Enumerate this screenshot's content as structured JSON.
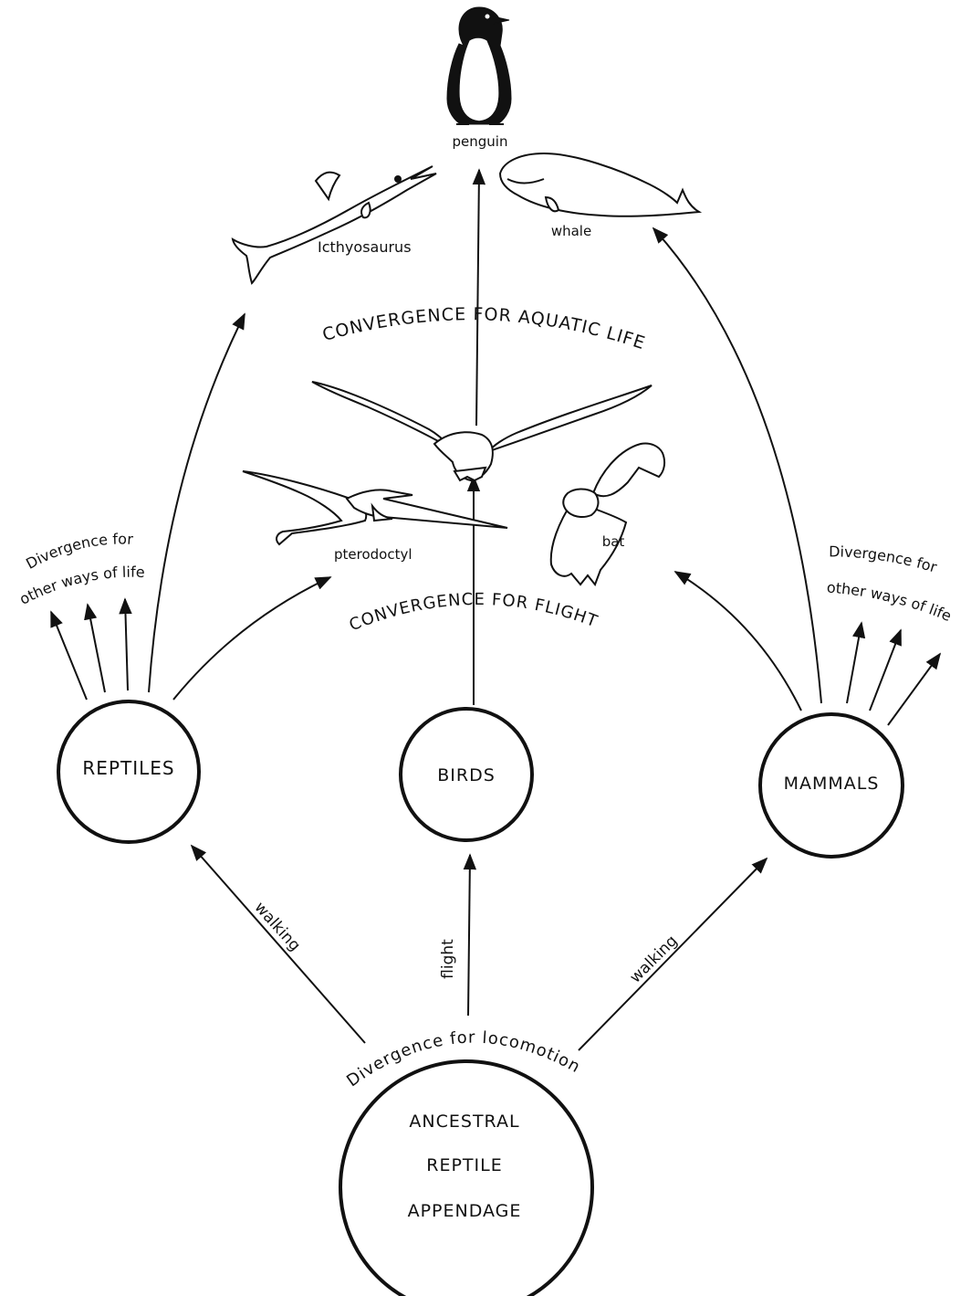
{
  "nodes": {
    "reptiles": "REPTILES",
    "birds": "BIRDS",
    "mammals": "MAMMALS",
    "ancestral_line1": "ANCESTRAL",
    "ancestral_line2": "REPTILE",
    "ancestral_line3": "APPENDAGE"
  },
  "edges": {
    "walking_left": "walking",
    "flight": "flight",
    "walking_right": "walking"
  },
  "headings": {
    "aquatic": "CONVERGENCE FOR AQUATIC LIFE",
    "flight": "CONVERGENCE FOR FLIGHT",
    "locomotion": "Divergence for locomotion"
  },
  "side_notes": {
    "left_line1": "Divergence for",
    "left_line2": "other ways of life",
    "right_line1": "Divergence for",
    "right_line2": "other ways of life"
  },
  "animals": {
    "penguin": "penguin",
    "ichthyosaurus": "Icthyosaurus",
    "whale": "whale",
    "pterodactyl": "pterodoctyl",
    "bat": "bat"
  }
}
